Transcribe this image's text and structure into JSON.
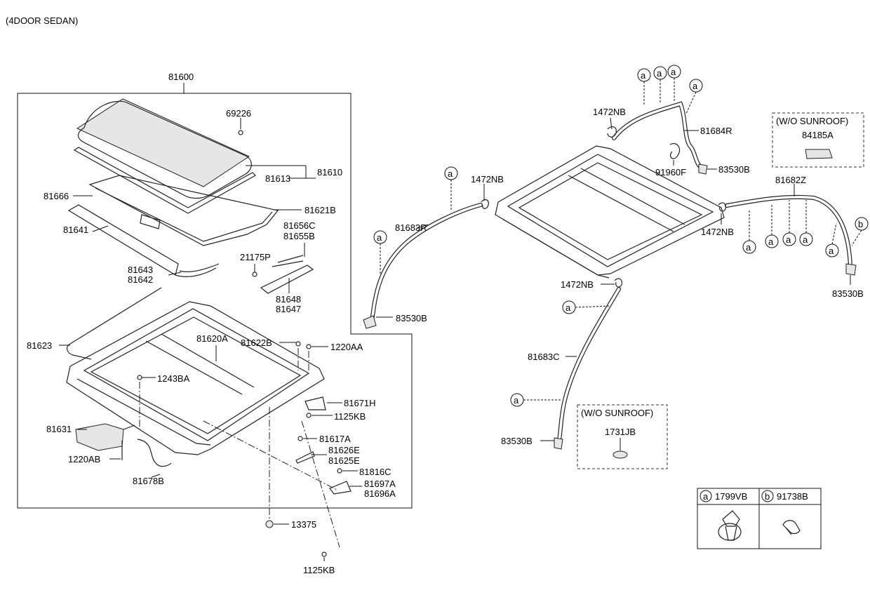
{
  "header": {
    "variant": "(4DOOR SEDAN)"
  },
  "assembly": {
    "number": "81600"
  },
  "labels": {
    "p69226": "69226",
    "p81610": "81610",
    "p81613": "81613",
    "p81666": "81666",
    "p81621B": "81621B",
    "p81641": "81641",
    "p81656C": "81656C",
    "p81655B": "81655B",
    "p21175P": "21175P",
    "p81643": "81643",
    "p81642": "81642",
    "p81648": "81648",
    "p81647": "81647",
    "p81623": "81623",
    "p81620A": "81620A",
    "p81622B": "81622B",
    "p1220AA": "1220AA",
    "p1243BA": "1243BA",
    "p81671H": "81671H",
    "p1125KB_a": "1125KB",
    "p81631": "81631",
    "p81617A": "81617A",
    "p81626E": "81626E",
    "p81625E": "81625E",
    "p1220AB": "1220AB",
    "p81816C": "81816C",
    "p81678B": "81678B",
    "p81697A": "81697A",
    "p81696A": "81696A",
    "p13375": "13375",
    "p1125KB_b": "1125KB",
    "p1472NB_a": "1472NB",
    "p81684R": "81684R",
    "p91960F": "91960F",
    "p83530B_a": "83530B",
    "p1472NB_b": "1472NB",
    "p81683R": "81683R",
    "p83530B_b": "83530B",
    "p81682Z": "81682Z",
    "p1472NB_c": "1472NB",
    "p83530B_c": "83530B",
    "p1472NB_d": "1472NB",
    "p81683C": "81683C",
    "p83530B_d": "83530B"
  },
  "callout": "a",
  "callout_b": "b",
  "wo_box_1": {
    "title": "(W/O SUNROOF)",
    "part": "84185A"
  },
  "wo_box_2": {
    "title": "(W/O SUNROOF)",
    "part": "1731JB"
  },
  "legend": {
    "a_letter": "a",
    "a_part": "1799VB",
    "b_letter": "b",
    "b_part": "91738B"
  }
}
